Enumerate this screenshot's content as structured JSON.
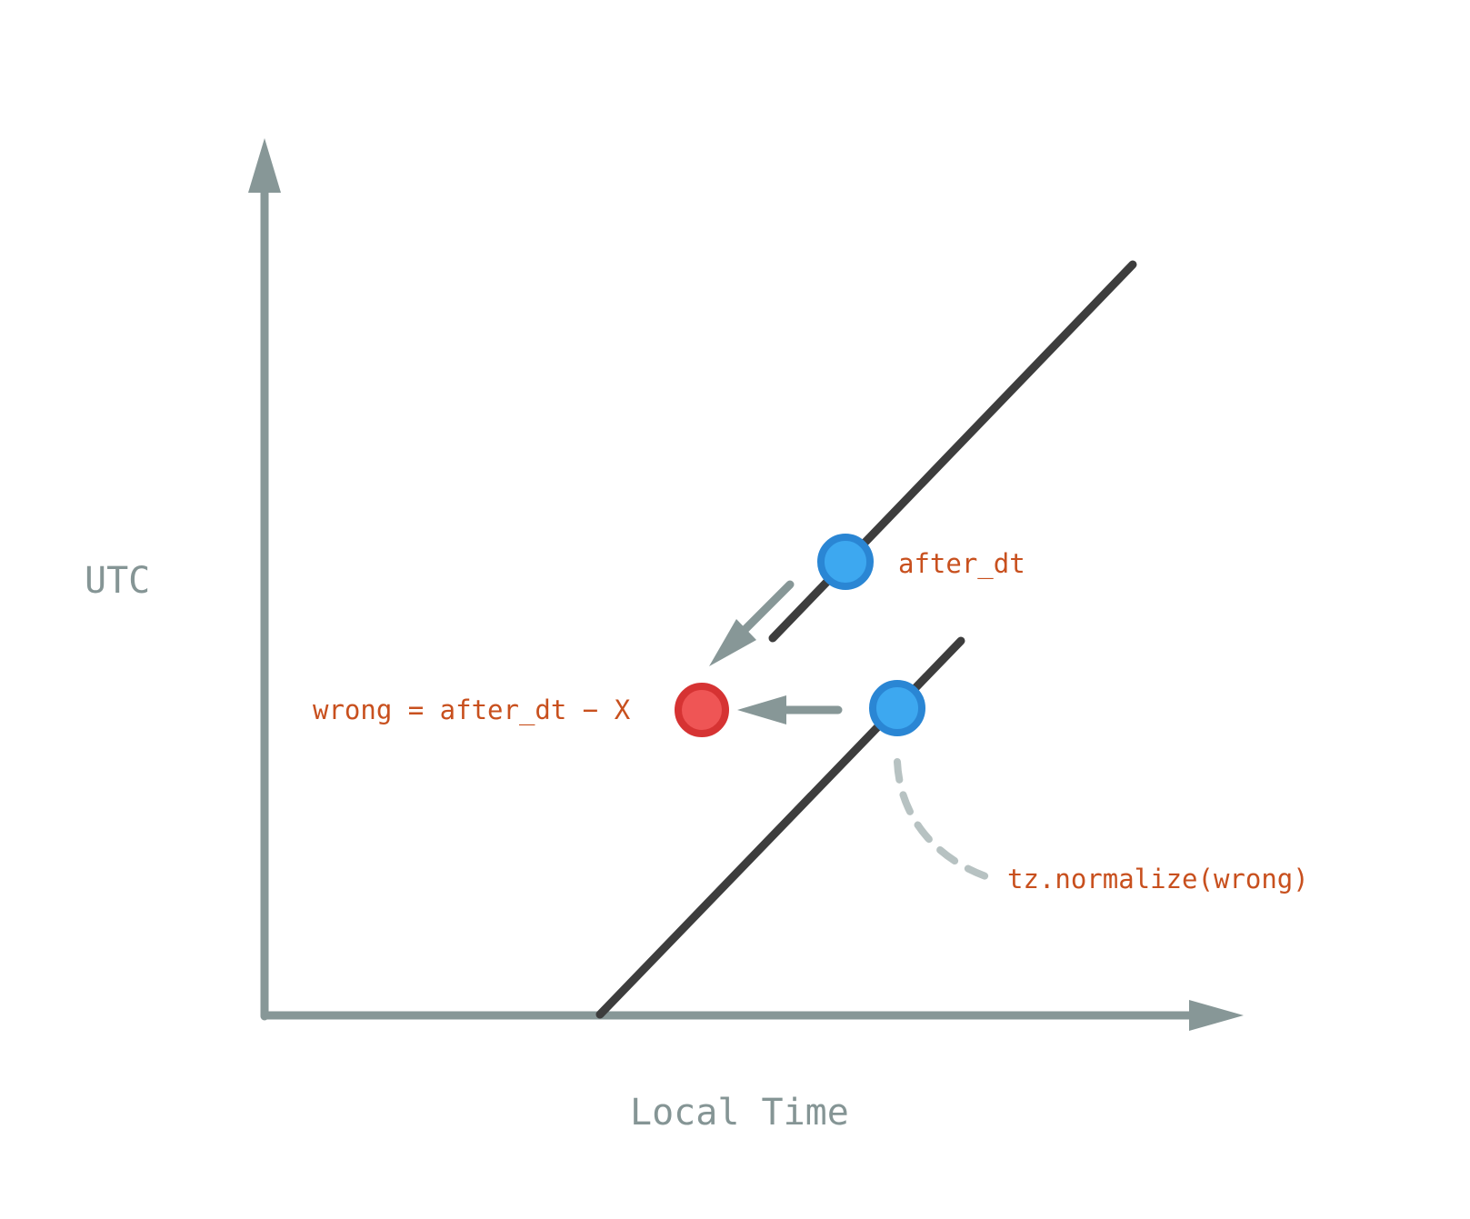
{
  "colors": {
    "axis": "#879797",
    "line": "#3d3d3d",
    "blue_point_fill": "#3da8f0",
    "blue_point_stroke": "#2a86d4",
    "red_point_fill": "#ef5555",
    "red_point_stroke": "#d63333",
    "label_text": "#c8501e",
    "axis_text": "#859595",
    "arrow": "#879797",
    "dashed_curve": "#b7c2c2"
  },
  "axes": {
    "x_label": "Local Time",
    "y_label": "UTC"
  },
  "points": {
    "after_dt": {
      "label": "after_dt",
      "color_name": "blue"
    },
    "wrong": {
      "label": "wrong = after_dt − X",
      "color_name": "red"
    },
    "normalized": {
      "label": "tz.normalize(wrong)",
      "color_name": "blue"
    }
  }
}
